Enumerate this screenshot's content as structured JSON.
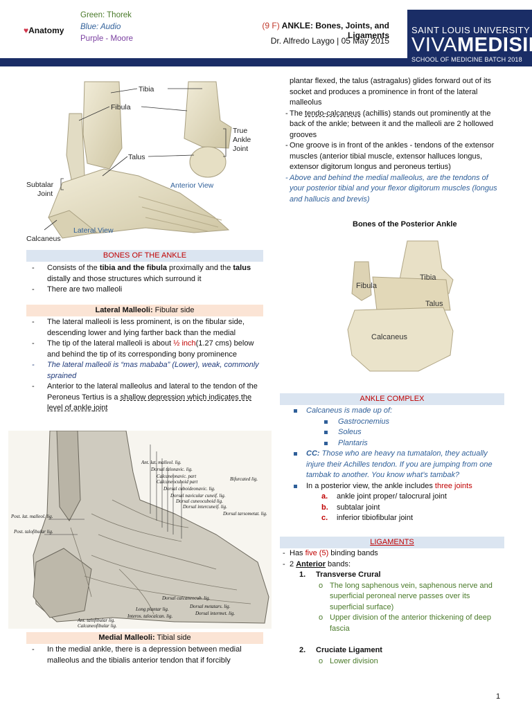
{
  "header": {
    "legend": {
      "green": "Green: Thorek",
      "blue": "Blue: Audio",
      "purple": "Purple - Moore"
    },
    "subject": "Anatomy",
    "title_code": "(9 F)",
    "title_text": " ANKLE: Bones, Joints, and Ligaments",
    "author": "Dr. Alfredo Laygo | 05 May 2015",
    "slu": {
      "line1": "SAINT LOUIS UNIVERSITY",
      "line2a": "VIVA",
      "line2b": "MEDISINA",
      "line3": "SCHOOL OF MEDICINE BATCH 2018"
    }
  },
  "figure1": {
    "labels": {
      "tibia": "Tibia",
      "fibula": "Fibula",
      "talus": "Talus",
      "true_ankle": [
        "True",
        "Ankle",
        "Joint"
      ],
      "anterior_view": "Anterior View",
      "subtalar": [
        "Subtalar",
        "Joint"
      ],
      "lateral_view": "Lateral View",
      "calcaneus": "Calcaneus"
    }
  },
  "bones": {
    "title": "BONES OF THE ANKLE",
    "items": [
      [
        "Consists of the ",
        "tibia and the fibula",
        " proximally and the ",
        "talus",
        " distally and those structures which surround it"
      ],
      "There are two malleoli"
    ]
  },
  "lateral": {
    "title_bold": "Lateral Malleoli:",
    "title_rest": " Fibular side",
    "i1": "The lateral malleoli is less prominent, is on the fibular side, descending lower and lying farther back than the medial",
    "i2a": "The tip of the lateral malleoli is about ",
    "i2b": "½ inch",
    "i2c": "(1.27 cms) below and behind the tip of its corresponding bony prominence",
    "i3": "The lateral malleoli is “mas mababa” (Lower), weak, commonly sprained",
    "i4a": "Anterior to the lateral malleolus and lateral to the tendon of the Peroneus Tertius is a ",
    "i4b": "shallow depression which indicates the level of ankle joint"
  },
  "figure2": {
    "labels": [
      "Ant. lat. malleol. lig.",
      "Dorsal talonavic. lig.",
      "Calcaneonavic. part",
      "Calcaneocuboid part",
      "Bifurcated lig.",
      "Dorsal cuboideonavic. lig.",
      "Dorsal navicular cuneif. lig.",
      "Dorsal cuneocuboid lig.",
      "Dorsal intercuneif. lig.",
      "Dorsal tarsometat. lig.",
      "Post. lat. malleol. lig.",
      "Post. talofibular lig.",
      "Dorsal calcaneocub. lig.",
      "Long plantar lig.",
      "Interos. talocalcan. lig.",
      "Dorsal metatars. lig.",
      "Dorsal intermet. lig.",
      "Ant. talofibular lig.",
      "Calcaneofibular lig."
    ]
  },
  "medial": {
    "title_bold": "Medial Malleoli:",
    "title_rest": " Tibial side",
    "i1": "In the medial ankle, there is a depression between medial malleolus and the tibialis anterior tendon that if forcibly"
  },
  "right_top": {
    "cont": "plantar flexed, the talus (astragalus) glides forward out of its socket and produces a prominence in front of the lateral malleolus",
    "i1a": "The ",
    "i1b": "tendo-calcaneus",
    "i1c": " (achillis) stands out prominently at the back of the ankle; between it and the malleoli are 2 hollowed grooves",
    "i2": "One groove is in front of the ankles - tendons of the extensor muscles (anterior tibial muscle, extensor halluces longus, extensor digitorum longus and peroneus tertius)",
    "i3": "Above and behind the medial malleolus, are the tendons of your posterior tibial and your flexor digitorum muscles (longus and hallucis and brevis)"
  },
  "figure3": {
    "title": "Bones of the Posterior Ankle",
    "labels": {
      "fibula": "Fibula",
      "tibia": "Tibia",
      "talus": "Talus",
      "calcaneus": "Calcaneus"
    }
  },
  "complex": {
    "title": "ANKLE COMPLEX",
    "calc": "Calcaneus is made up of:",
    "parts": [
      "Gastrocnemius",
      "Soleus",
      "Plantaris"
    ],
    "cc_label": "CC:",
    "cc": " Those who are heavy na tumatalon, they actually injure their Achilles tendon. If you are jumping from one tambak to another. You know what’s tambak?",
    "post_a": "In a posterior view, the ankle includes ",
    "post_b": "three joints",
    "joints": [
      {
        "mark": "a.",
        "text": "ankle joint proper/ talocrural joint"
      },
      {
        "mark": "b.",
        "text": "subtalar joint"
      },
      {
        "mark": "c.",
        "text": "inferior tibiofibular joint"
      }
    ]
  },
  "ligaments": {
    "title": "LIGAMENTS",
    "has_a": "Has ",
    "has_b": "five (5)",
    "has_c": " binding bands",
    "ant_a": "2 ",
    "ant_b": "Anterior",
    "ant_c": " bands:",
    "n1_mark": "1.",
    "n1": "Transverse Crural",
    "n1_items": [
      "The long saphenous vein, saphenous nerve and superficial peroneal nerve passes over its superficial surface)",
      "Upper division of the anterior thickening of deep fascia"
    ],
    "n2_mark": "2.",
    "n2": "Cruciate Ligament",
    "n2_items": [
      "Lower division"
    ]
  },
  "page_number": "1"
}
